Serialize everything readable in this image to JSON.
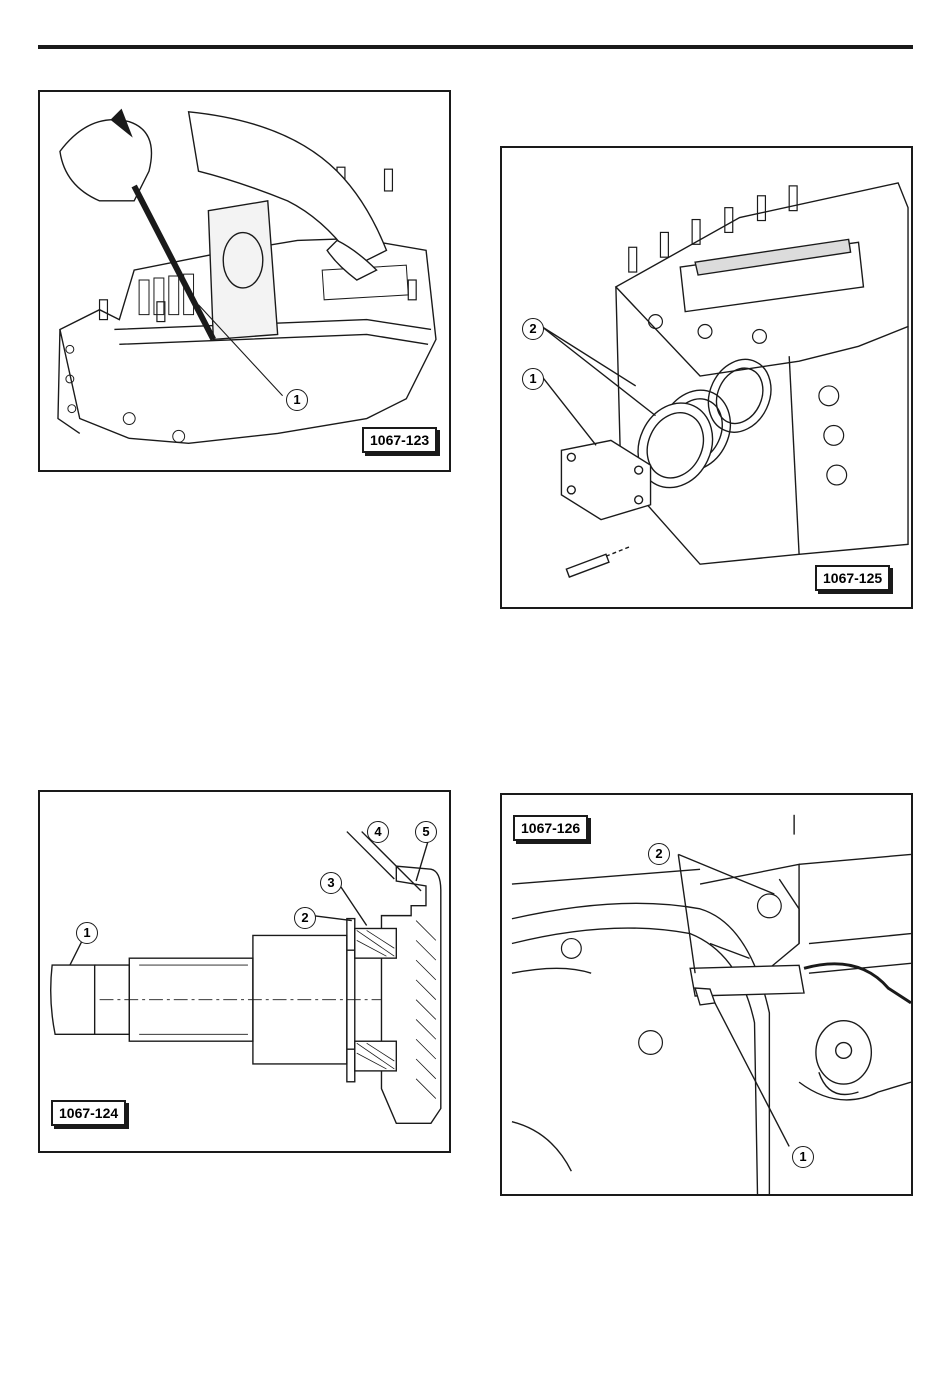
{
  "figures": [
    {
      "id": "1067-123",
      "callouts": [
        "1"
      ]
    },
    {
      "id": "1067-125",
      "callouts": [
        "2",
        "1"
      ]
    },
    {
      "id": "1067-124",
      "callouts": [
        "1",
        "2",
        "3",
        "4",
        "5"
      ]
    },
    {
      "id": "1067-126",
      "callouts": [
        "2",
        "1"
      ]
    }
  ]
}
